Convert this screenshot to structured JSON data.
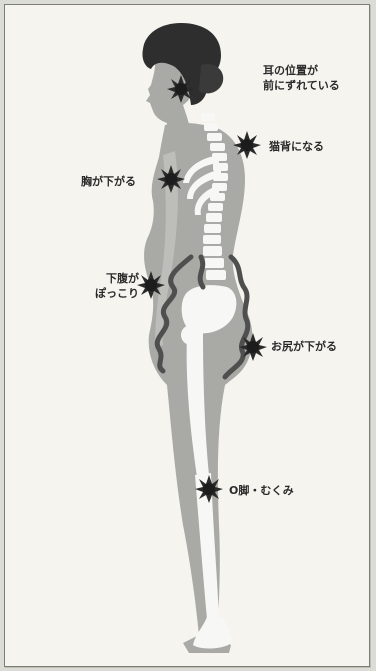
{
  "labels": {
    "ear_forward": [
      "耳の位置が",
      "前にずれている"
    ],
    "round_back": "猫背になる",
    "chest_drop": "胸が下がる",
    "belly_bulge": [
      "下腹が",
      "ぽっこり"
    ],
    "hip_drop": "お尻が下がる",
    "bow_legs": "O脚・むくみ"
  },
  "colors": {
    "body": "#a9a9a6",
    "hair": "#2e2e2e",
    "bone": "#f7f7f5",
    "muscle_band": "#4f4f4f",
    "marker": "#2a2a2a",
    "text": "#2a2a2a"
  },
  "icons": [
    "starburst-marker-icon"
  ]
}
